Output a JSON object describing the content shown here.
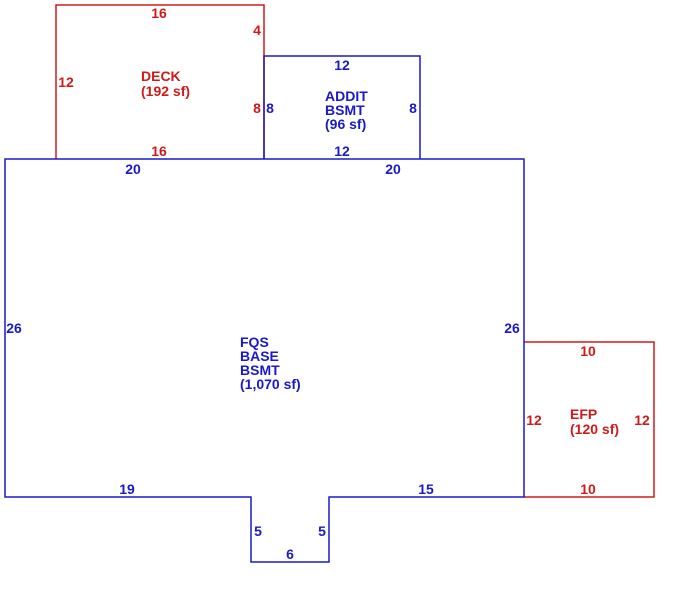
{
  "colors": {
    "blue": "#1a1ac8",
    "red": "#d01a1a",
    "background": "#ffffff"
  },
  "areas": {
    "deck": {
      "name": "DECK",
      "size": "(192 sf)"
    },
    "addit": {
      "line1": "ADDIT",
      "line2": "BSMT",
      "size": "(96 sf)"
    },
    "main": {
      "line1": "FQS",
      "line2": "BASE",
      "line3": "BSMT",
      "size": "(1,070 sf)"
    },
    "efp": {
      "name": "EFP",
      "size": "(120 sf)"
    }
  },
  "dims": {
    "deck_top": "16",
    "deck_right_top": "4",
    "deck_left": "12",
    "deck_right": "8",
    "deck_bottom": "16",
    "addit_top": "12",
    "addit_left": "8",
    "addit_right": "8",
    "addit_bottom": "12",
    "main_top_left": "20",
    "main_top_right": "20",
    "main_left": "26",
    "main_right": "26",
    "main_bottom_left": "19",
    "main_bottom_right": "15",
    "notch_left": "5",
    "notch_right": "5",
    "notch_bottom": "6",
    "efp_top": "10",
    "efp_left": "12",
    "efp_right": "12",
    "efp_bottom": "10"
  }
}
